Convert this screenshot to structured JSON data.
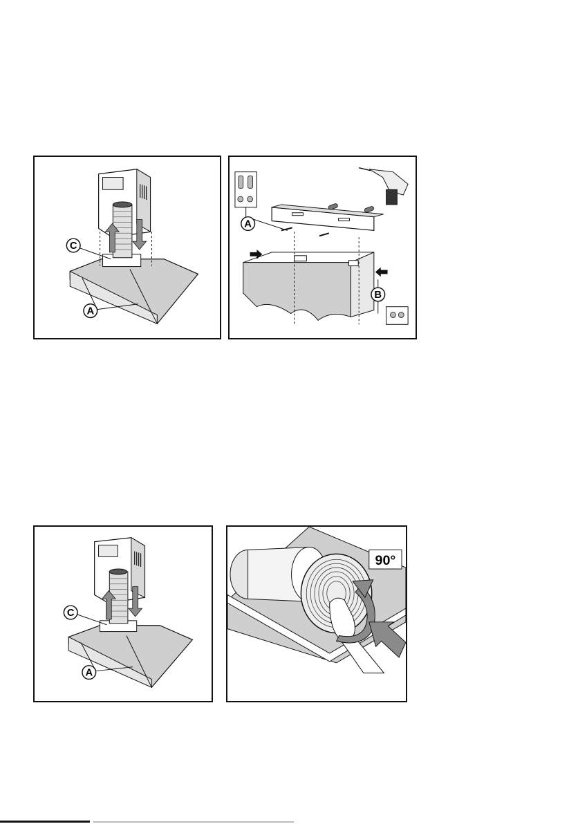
{
  "figures": [
    {
      "labels": {
        "c": "C",
        "a": "A"
      }
    },
    {
      "labels": {
        "a": "A",
        "b": "B"
      }
    },
    {
      "labels": {
        "c": "C",
        "a": "A"
      }
    },
    {
      "labels": {
        "angle": "90°"
      }
    }
  ],
  "colors": {
    "ink": "#111111",
    "grey_fill": "#cfcfcf",
    "light_fill": "#e6e6e6",
    "arrow_grey": "#8a8a8a"
  }
}
